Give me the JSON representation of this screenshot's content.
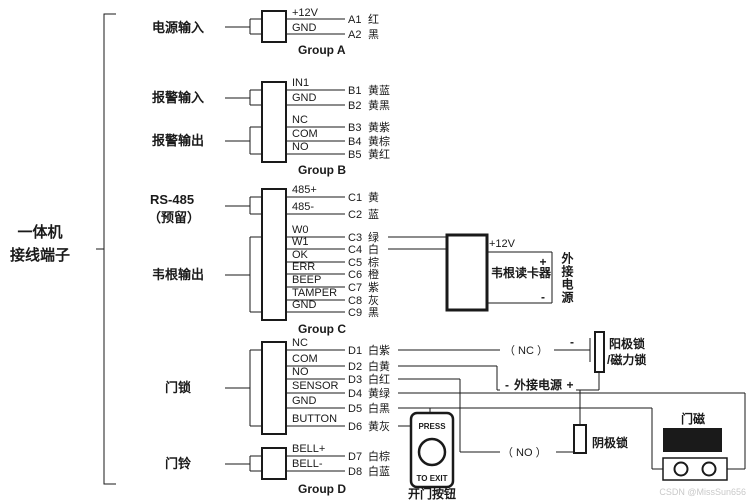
{
  "title": {
    "line1": "一体机",
    "line2": "接线端子"
  },
  "sections": {
    "power_in": "电源输入",
    "alarm_in": "报警输入",
    "alarm_out": "报警输出",
    "rs485_line1": "RS-485",
    "rs485_line2": "（预留）",
    "wiegand_out": "韦根输出",
    "door_lock": "门锁",
    "door_bell": "门铃"
  },
  "groups": {
    "a": {
      "label": "Group A",
      "pins": [
        {
          "name": "+12V",
          "terminal": "A1",
          "wire": "红"
        },
        {
          "name": "GND",
          "terminal": "A2",
          "wire": "黑"
        }
      ]
    },
    "b": {
      "label": "Group B",
      "pins": [
        {
          "name": "IN1",
          "terminal": "B1",
          "wire": "黄蓝"
        },
        {
          "name": "GND",
          "terminal": "B2",
          "wire": "黄黑"
        },
        {
          "name": "NC",
          "terminal": "B3",
          "wire": "黄紫"
        },
        {
          "name": "COM",
          "terminal": "B4",
          "wire": "黄棕"
        },
        {
          "name": "NO",
          "terminal": "B5",
          "wire": "黄红"
        }
      ]
    },
    "c": {
      "label": "Group C",
      "pins": [
        {
          "name": "485+",
          "terminal": "C1",
          "wire": "黄"
        },
        {
          "name": "485-",
          "terminal": "C2",
          "wire": "蓝"
        },
        {
          "name": "W0",
          "terminal": "C3",
          "wire": "绿"
        },
        {
          "name": "W1",
          "terminal": "C4",
          "wire": "白"
        },
        {
          "name": "OK",
          "terminal": "C5",
          "wire": "棕"
        },
        {
          "name": "ERR",
          "terminal": "C6",
          "wire": "橙"
        },
        {
          "name": "BEEP",
          "terminal": "C7",
          "wire": "紫"
        },
        {
          "name": "TAMPER",
          "terminal": "C8",
          "wire": "灰"
        },
        {
          "name": "GND",
          "terminal": "C9",
          "wire": "黑"
        }
      ]
    },
    "d": {
      "label": "Group D",
      "pins": [
        {
          "name": "NC",
          "terminal": "D1",
          "wire": "白紫"
        },
        {
          "name": "COM",
          "terminal": "D2",
          "wire": "白黄"
        },
        {
          "name": "NO",
          "terminal": "D3",
          "wire": "白红"
        },
        {
          "name": "SENSOR",
          "terminal": "D4",
          "wire": "黄绿"
        },
        {
          "name": "GND",
          "terminal": "D5",
          "wire": "白黑"
        },
        {
          "name": "BUTTON",
          "terminal": "D6",
          "wire": "黄灰"
        },
        {
          "name": "BELL+",
          "terminal": "D7",
          "wire": "白棕"
        },
        {
          "name": "BELL-",
          "terminal": "D8",
          "wire": "白蓝"
        }
      ]
    }
  },
  "right": {
    "reader_label": "韦根读卡器",
    "reader_power_label": "+12V",
    "reader_ext_power": "外接电源",
    "reader_plus": "+",
    "reader_minus": "-",
    "nc_label": "（ NC ）",
    "nc_minus": "-",
    "anode_lock_line1": "阳极锁",
    "anode_lock_line2": "/磁力锁",
    "lock_power_minus": "-",
    "lock_ext_power": "外接电源",
    "lock_power_plus": "+",
    "no_label": "（ NO ）",
    "cathode_lock": "阴极锁",
    "door_magnet": "门磁",
    "button_press": "PRESS",
    "button_to_exit": "TO EXIT",
    "button_label": "开门按钮"
  },
  "watermark": "CSDN @MissSun656",
  "colors": {
    "ink": "#1a1a1a",
    "paper": "#ffffff",
    "watermark": "#c9c9c9"
  }
}
